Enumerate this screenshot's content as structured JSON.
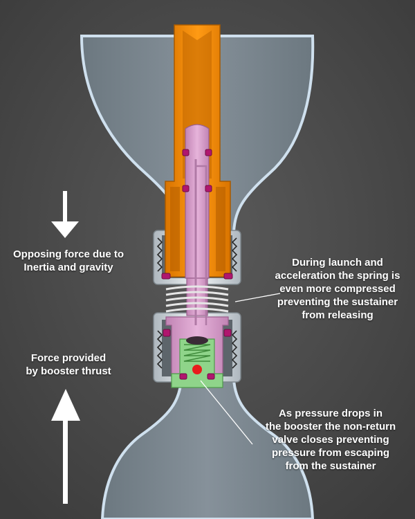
{
  "labels": {
    "inertia": [
      "Opposing force due to",
      "Inertia and gravity"
    ],
    "thrust": [
      "Force provided",
      "by booster thrust"
    ],
    "spring": [
      "During launch and",
      "acceleration the spring is",
      "even more compressed",
      "preventing the sustainer",
      "from releasing"
    ],
    "valve": [
      "As pressure drops in",
      "the booster the non-return",
      "valve closes preventing",
      "pressure from escaping",
      "from the sustainer"
    ]
  },
  "colors": {
    "background": "#4a4a4a",
    "bottle": "#77828a",
    "bottle_edge": "#cfe0ee",
    "release_tube": "#f08a00",
    "piston": "#d9a2cc",
    "valve": "#8fd48a",
    "o_ring": "#b0166e",
    "valve_ball": "#e81c1c",
    "spring": "#e6e6e6",
    "arrow": "#ffffff"
  },
  "icons": {
    "inertia_arrow": "arrow-down-icon",
    "thrust_arrow": "arrow-up-icon"
  }
}
